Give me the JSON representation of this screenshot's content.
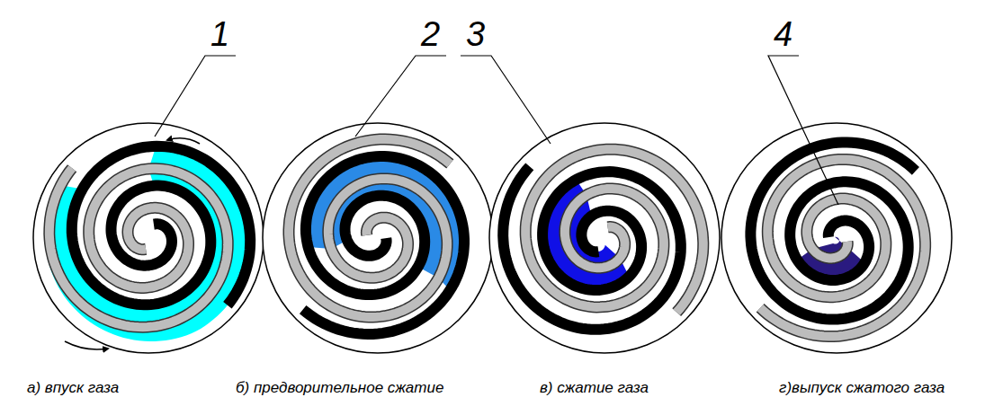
{
  "diagram": {
    "labels": [
      "1",
      "2",
      "3",
      "4",
      "а) впуск газа",
      "б) предворительное сжатие",
      "в) сжатие газа",
      "г)выпуск сжатого газа"
    ]
  }
}
